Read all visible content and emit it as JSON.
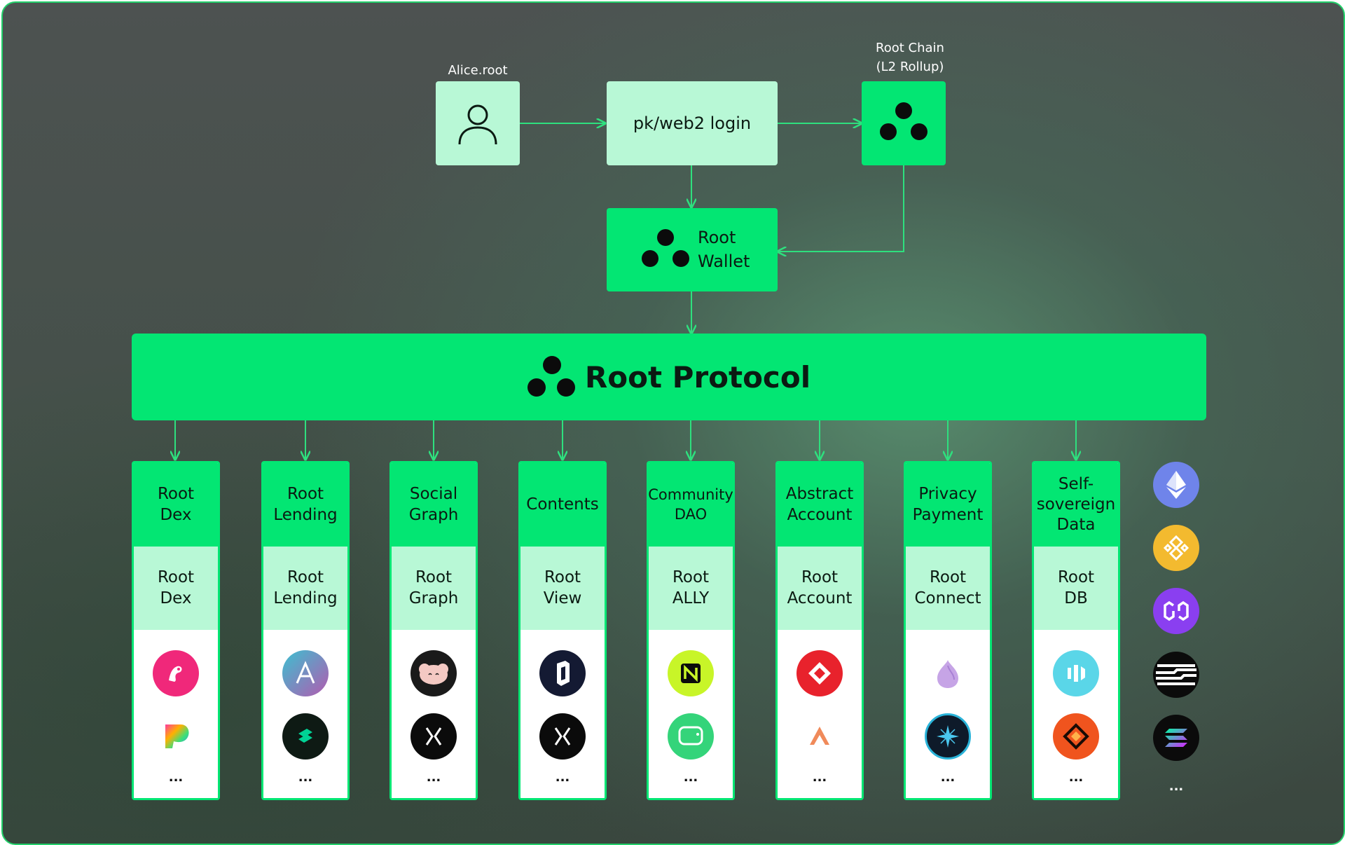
{
  "header": {
    "user_label": "Alice.root",
    "chain_label_line1": "Root Chain",
    "chain_label_line2": "(L2 Rollup)",
    "login_label": "pk/web2 login",
    "wallet_line1": "Root",
    "wallet_line2": "Wallet",
    "protocol_label": "Root Protocol"
  },
  "columns": [
    {
      "category": [
        "Root",
        "Dex"
      ],
      "product": [
        "Root",
        "Dex"
      ],
      "logos": [
        "uniswap-icon",
        "pancake-icon"
      ],
      "more": "..."
    },
    {
      "category": [
        "Root",
        "Lending"
      ],
      "product": [
        "Root",
        "Lending"
      ],
      "logos": [
        "aave-icon",
        "compound-icon"
      ],
      "more": "..."
    },
    {
      "category": [
        "Social",
        "Graph"
      ],
      "product": [
        "Root",
        "Graph"
      ],
      "logos": [
        "cyberconnect-icon",
        "x-logo-icon"
      ],
      "more": "..."
    },
    {
      "category": [
        "Contents"
      ],
      "product": [
        "Root",
        "View"
      ],
      "logos": [
        "mirror-icon",
        "x-logo-icon"
      ],
      "more": "..."
    },
    {
      "category": [
        "Community",
        "DAO"
      ],
      "product": [
        "Root",
        "ALLY"
      ],
      "logos": [
        "notion-n-icon",
        "wechat-bubble-icon"
      ],
      "more": "..."
    },
    {
      "category": [
        "Abstract",
        "Account"
      ],
      "product": [
        "Root",
        "Account"
      ],
      "logos": [
        "red-diamond-icon",
        "arch-icon"
      ],
      "more": "..."
    },
    {
      "category": [
        "Privacy",
        "Payment"
      ],
      "product": [
        "Root",
        "Connect"
      ],
      "logos": [
        "onion-icon",
        "star-icon"
      ],
      "more": "..."
    },
    {
      "category": [
        "Self-",
        "sovereign",
        "Data"
      ],
      "product": [
        "Root",
        "DB"
      ],
      "logos": [
        "bars-icon",
        "orange-diamond-icon"
      ],
      "more": "..."
    }
  ],
  "chains": [
    "ethereum-icon",
    "bnb-icon",
    "polygon-icon",
    "aptos-icon",
    "solana-icon"
  ],
  "chains_more": "...",
  "colors": {
    "accent": "#03e673",
    "mint": "#b8f8d6",
    "arrow": "#2ee07e"
  }
}
